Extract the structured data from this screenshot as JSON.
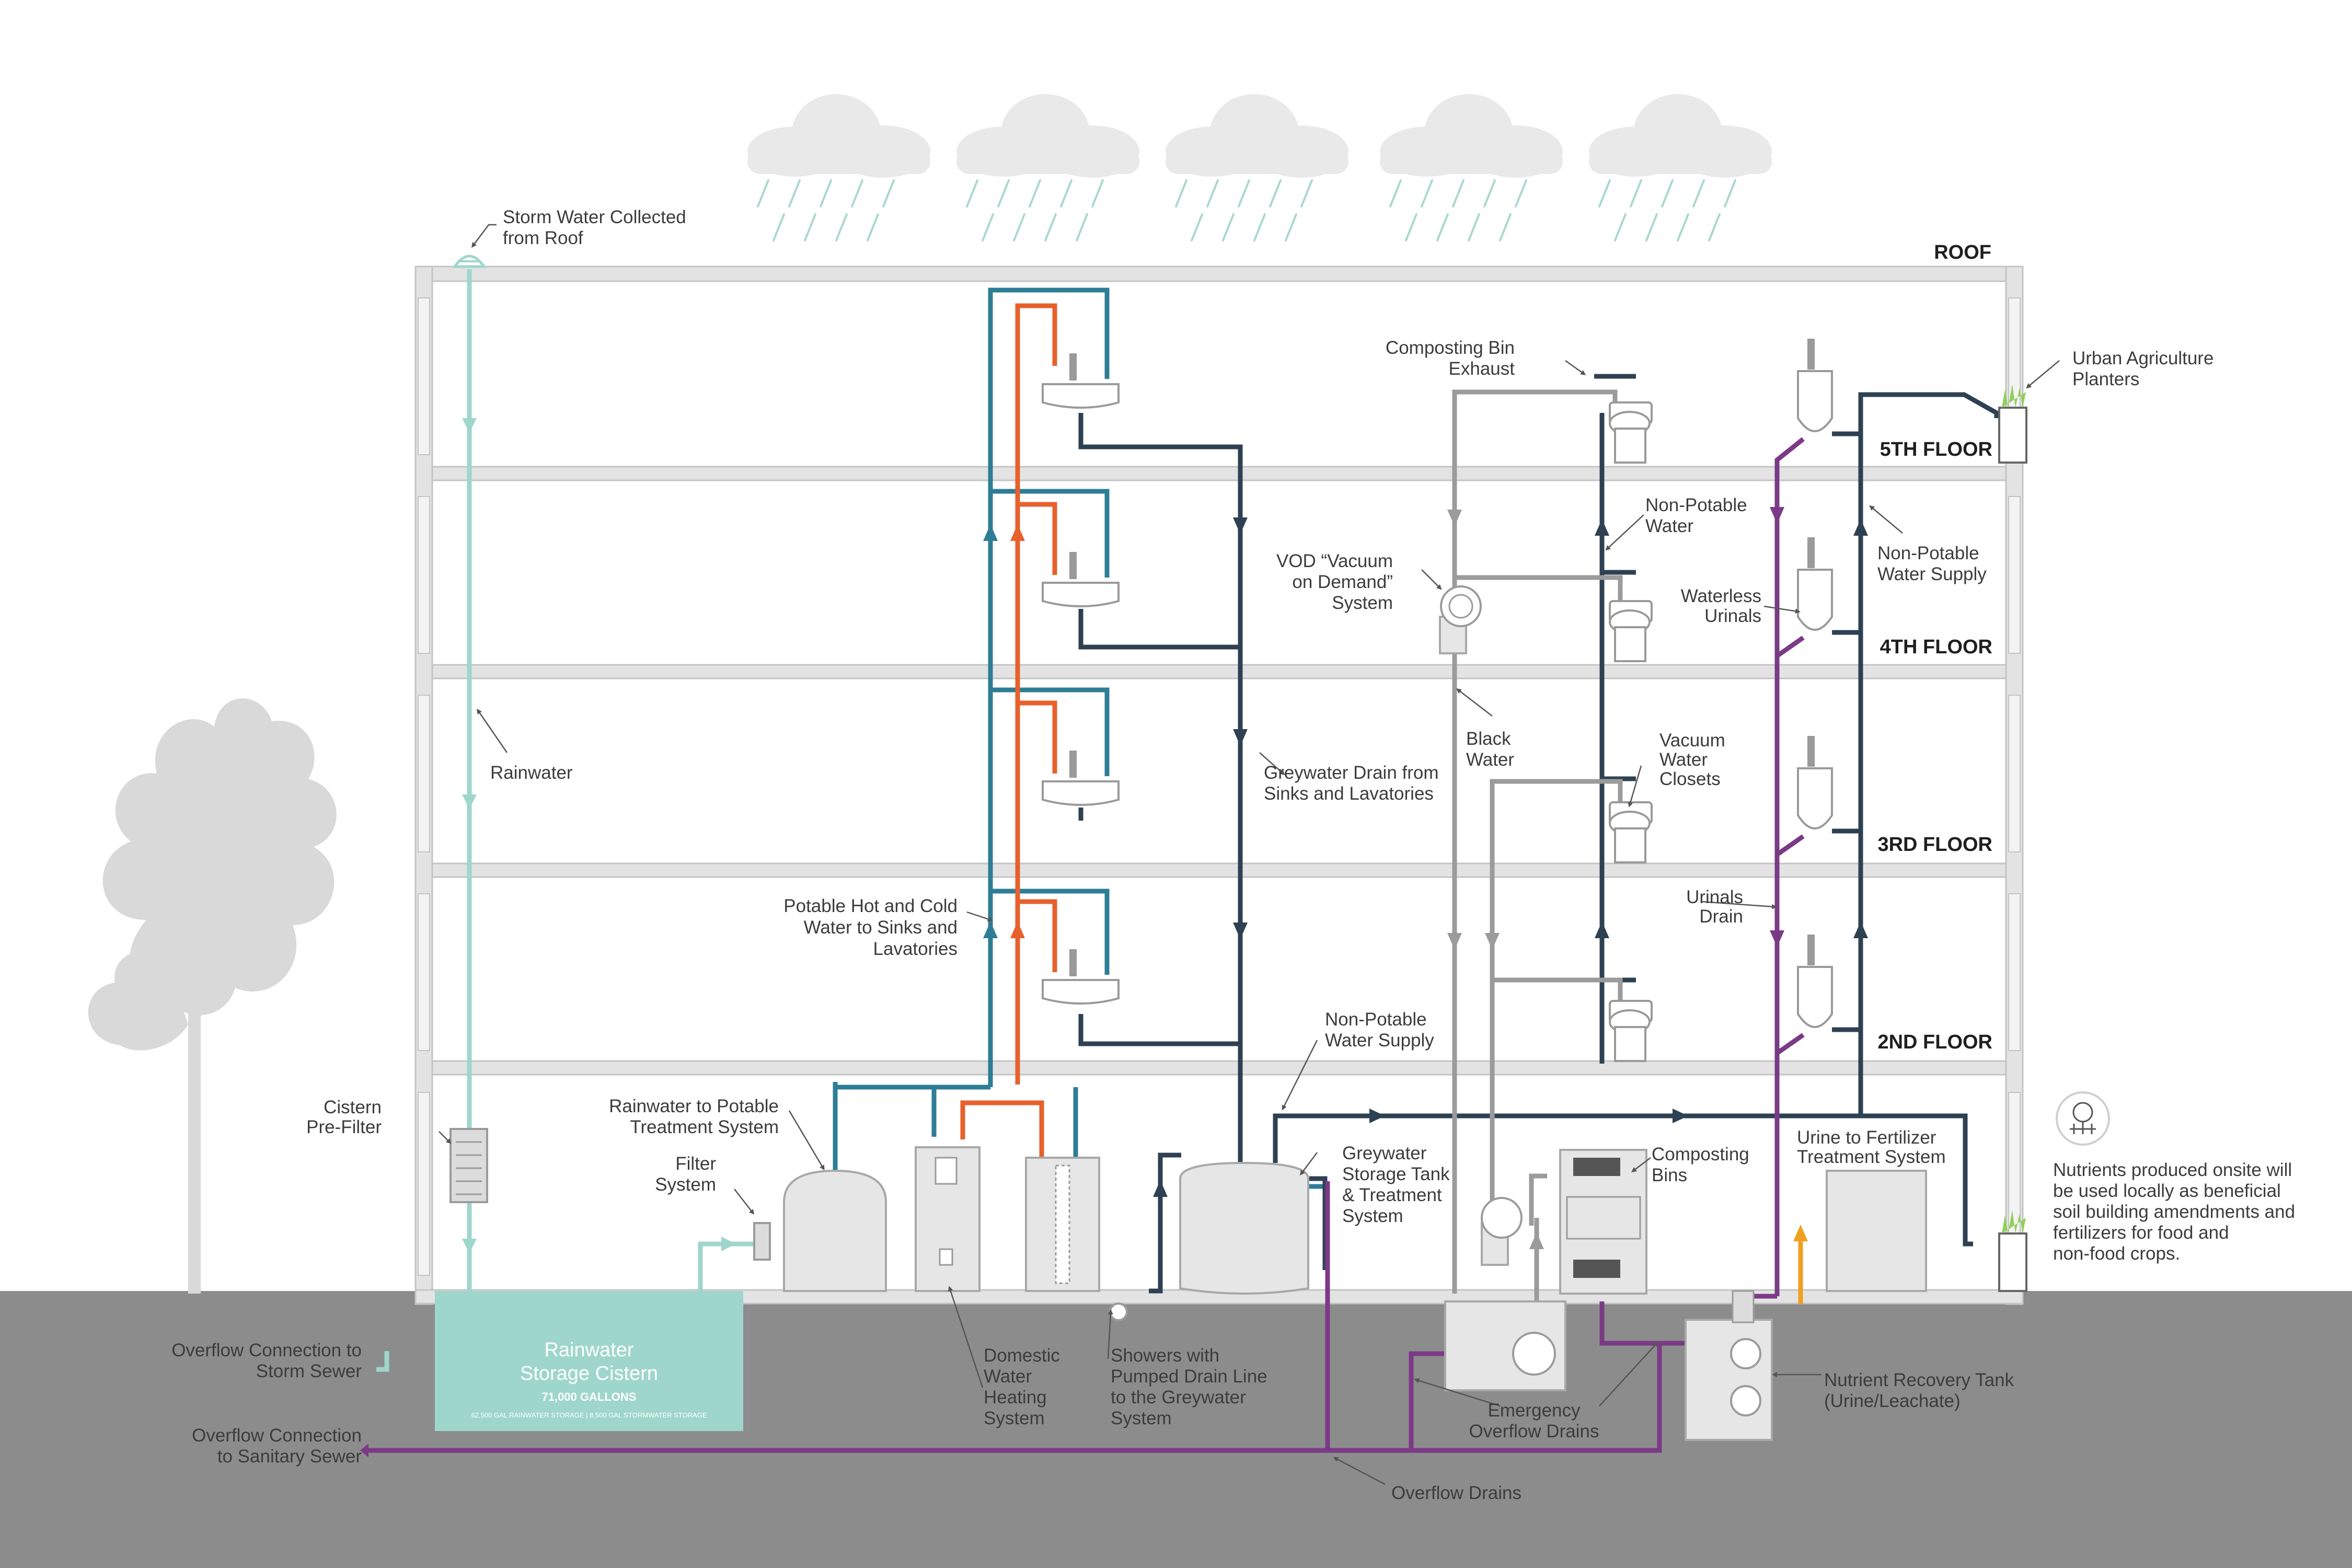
{
  "floors": {
    "roof": "ROOF",
    "f5": "5TH FLOOR",
    "f4": "4TH FLOOR",
    "f3": "3RD FLOOR",
    "f2": "2ND FLOOR"
  },
  "labels": {
    "storm_water": [
      "Storm Water Collected",
      "from Roof"
    ],
    "rainwater": [
      "Rainwater"
    ],
    "cistern_prefilter": [
      "Cistern",
      "Pre-Filter"
    ],
    "overflow_storm": [
      "Overflow Connection to",
      "Storm Sewer"
    ],
    "overflow_sanitary": [
      "Overflow Connection",
      "to Sanitary Sewer"
    ],
    "rain_to_potable": [
      "Rainwater to Potable",
      "Treatment System"
    ],
    "filter_system": [
      "Filter",
      "System"
    ],
    "potable_hot_cold": [
      "Potable Hot and Cold",
      "Water to Sinks and",
      "Lavatories"
    ],
    "greywater_drain": [
      "Greywater Drain from",
      "Sinks and Lavatories"
    ],
    "nonpotable_supply_low": [
      "Non-Potable",
      "Water Supply"
    ],
    "greywater_tank": [
      "Greywater",
      "Storage Tank",
      "& Treatment",
      "System"
    ],
    "domestic_water": [
      "Domestic",
      "Water",
      "Heating",
      "System"
    ],
    "showers": [
      "Showers with",
      "Pumped Drain Line",
      "to the Greywater",
      "System"
    ],
    "composting_exhaust": [
      "Composting Bin",
      "Exhaust"
    ],
    "vod": [
      "VOD “Vacuum",
      "on Demand”",
      "System"
    ],
    "black_water": [
      "Black",
      "Water"
    ],
    "nonpotable_water": [
      "Non-Potable",
      "Water"
    ],
    "vacuum_closets": [
      "Vacuum",
      "Water",
      "Closets"
    ],
    "composting_bins": [
      "Composting",
      "Bins"
    ],
    "emergency_overflow": [
      "Emergency",
      "Overflow Drains"
    ],
    "overflow_drains": [
      "Overflow Drains"
    ],
    "urban_agriculture": [
      "Urban Agriculture",
      "Planters"
    ],
    "nonpotable_supply_high": [
      "Non-Potable",
      "Water Supply"
    ],
    "waterless_urinals": [
      "Waterless",
      "Urinals"
    ],
    "urinals_drain": [
      "Urinals",
      "Drain"
    ],
    "urine_to_fertilizer": [
      "Urine to Fertilizer",
      "Treatment System"
    ],
    "nutrient_tank": [
      "Nutrient Recovery Tank",
      "(Urine/Leachate)"
    ],
    "nutrients_note": [
      "Nutrients produced onsite will",
      "be used locally as beneficial",
      "soil building amendments and",
      "fertilizers for food and",
      "non-food crops."
    ]
  },
  "cistern": {
    "title": [
      "Rainwater",
      "Storage Cistern"
    ],
    "capacity": "71,000 GALLONS",
    "detail": "62,500 GAL RAINWATER STORAGE | 8,500 GAL STORMWATER STORAGE"
  },
  "colors": {
    "rainwater": "#9fd6cb",
    "potable_cold": "#2e7d96",
    "potable_hot": "#e8602c",
    "greywater": "#2e4153",
    "black_water": "#9b9b9b",
    "urine": "#7b3a86",
    "fertilizer": "#f0a020",
    "ground": "#8c8c8c",
    "building": "#e3e3e3"
  },
  "icons": [
    "rain-cloud-icon",
    "tree-icon",
    "roof-drain-icon",
    "sink-icon",
    "toilet-icon",
    "urinal-icon",
    "planter-icon",
    "nutrient-badge-icon"
  ]
}
